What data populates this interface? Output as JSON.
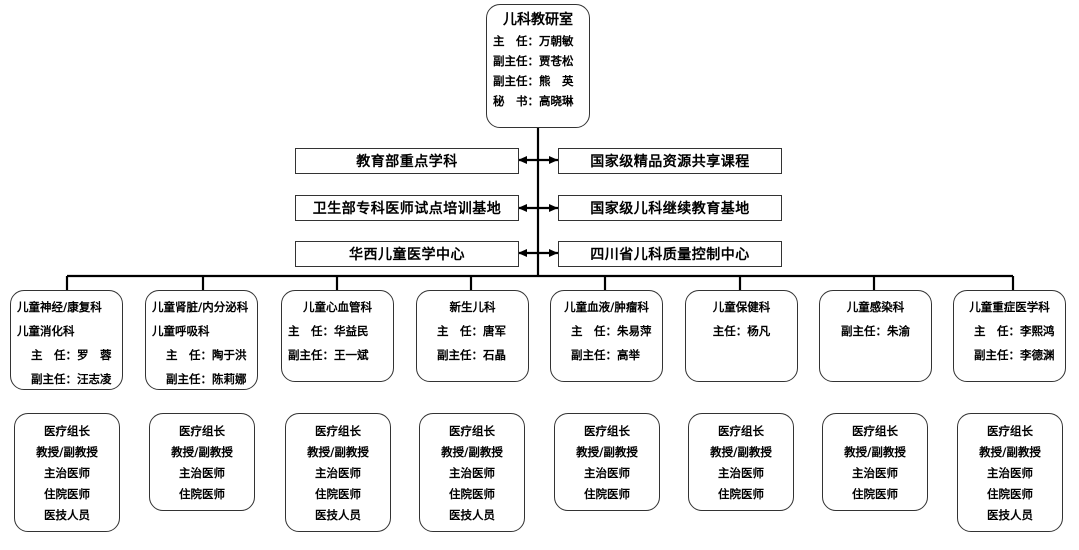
{
  "root": {
    "title": "儿科教研室",
    "lines": [
      "主　任：万朝敏",
      "副主任：贾苍松",
      "副主任：熊　英",
      "秘　书：高晓琳"
    ]
  },
  "platforms": {
    "left": [
      "教育部重点学科",
      "卫生部专科医师试点培训基地",
      "华西儿童医学中心"
    ],
    "right": [
      "国家级精品资源共享课程",
      "国家级儿科继续教育基地",
      "四川省儿科质量控制中心"
    ]
  },
  "departments": [
    {
      "lines": [
        "儿童神经/康复科",
        "儿童消化科",
        "主　任：罗　蓉",
        "副主任：汪志凌"
      ]
    },
    {
      "lines": [
        "儿童肾脏/内分泌科",
        "儿童呼吸科",
        "主　任：陶于洪",
        "副主任：陈莉娜"
      ]
    },
    {
      "lines": [
        "儿童心血管科",
        "主　任：华益民",
        "副主任：王一斌"
      ]
    },
    {
      "lines": [
        "新生儿科",
        "主　任：唐军",
        "副主任：石晶"
      ]
    },
    {
      "lines": [
        "儿童血液/肿瘤科",
        "主　任：朱易萍",
        "副主任：高举"
      ]
    },
    {
      "lines": [
        "儿童保健科",
        "主任：杨凡"
      ]
    },
    {
      "lines": [
        "儿童感染科",
        "副主任：朱渝"
      ]
    },
    {
      "lines": [
        "儿童重症医学科",
        "主　任：李熙鸿",
        "副主任：李德渊"
      ]
    }
  ],
  "staff": [
    [
      "医疗组长",
      "教授/副教授",
      "主治医师",
      "住院医师",
      "医技人员"
    ],
    [
      "医疗组长",
      "教授/副教授",
      "主治医师",
      "住院医师"
    ],
    [
      "医疗组长",
      "教授/副教授",
      "主治医师",
      "住院医师",
      "医技人员"
    ],
    [
      "医疗组长",
      "教授/副教授",
      "主治医师",
      "住院医师",
      "医技人员"
    ],
    [
      "医疗组长",
      "教授/副教授",
      "主治医师",
      "住院医师"
    ],
    [
      "医疗组长",
      "教授/副教授",
      "主治医师",
      "住院医师"
    ],
    [
      "医疗组长",
      "教授/副教授",
      "主治医师",
      "住院医师"
    ],
    [
      "医疗组长",
      "教授/副教授",
      "主治医师",
      "住院医师",
      "医技人员"
    ]
  ]
}
